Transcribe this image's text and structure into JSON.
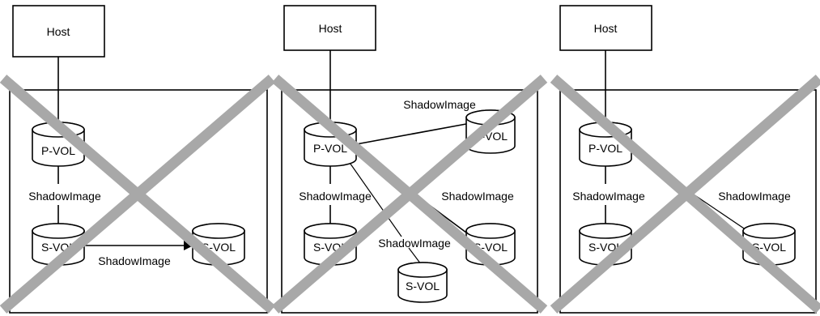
{
  "panels": [
    {
      "host_label": "Host",
      "pvol_label": "P-VOL",
      "svol_labels": [
        "S-VOL",
        "S-VOL"
      ],
      "link_labels": [
        "ShadowImage",
        "ShadowImage"
      ]
    },
    {
      "host_label": "Host",
      "pvol_label": "P-VOL",
      "svol_labels": [
        "S-VOL",
        "S-VOL",
        "S-VOL",
        "S-VOL"
      ],
      "link_labels": [
        "ShadowImage",
        "ShadowImage",
        "ShadowImage",
        "ShadowImage"
      ]
    },
    {
      "host_label": "Host",
      "pvol_label": "P-VOL",
      "svol_labels": [
        "S-VOL",
        "S-VOL"
      ],
      "link_labels": [
        "ShadowImage",
        "ShadowImage"
      ]
    }
  ],
  "colors": {
    "cross": "#a8a8a8",
    "stroke": "#000000",
    "background": "#ffffff"
  }
}
